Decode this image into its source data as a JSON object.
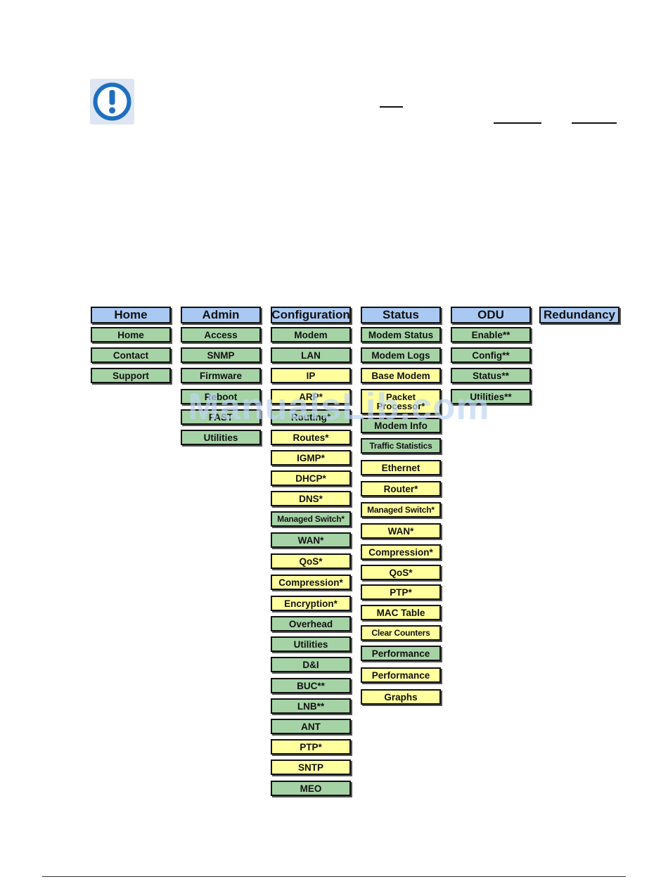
{
  "notice": {
    "icon": "exclamation-circle-icon"
  },
  "watermark": "ManualsLib.com",
  "menu_tree": {
    "columns": [
      {
        "id": "home",
        "label": "Home",
        "items": [
          {
            "label": "Home",
            "color": "green"
          },
          {
            "label": "Contact",
            "color": "green"
          },
          {
            "label": "Support",
            "color": "green"
          }
        ]
      },
      {
        "id": "admin",
        "label": "Admin",
        "items": [
          {
            "label": "Access",
            "color": "green"
          },
          {
            "label": "SNMP",
            "color": "green"
          },
          {
            "label": "Firmware",
            "color": "green"
          },
          {
            "label": "Reboot",
            "color": "green"
          },
          {
            "label": "FAST",
            "color": "green"
          },
          {
            "label": "Utilities",
            "color": "green"
          }
        ]
      },
      {
        "id": "configuration",
        "label": "Configuration",
        "items": [
          {
            "label": "Modem",
            "color": "green"
          },
          {
            "label": "LAN",
            "color": "green"
          },
          {
            "label": "IP",
            "color": "yellow"
          },
          {
            "label": "ARP*",
            "color": "yellow"
          },
          {
            "label": "Routing*",
            "color": "green"
          },
          {
            "label": "Routes*",
            "color": "yellow"
          },
          {
            "label": "IGMP*",
            "color": "yellow"
          },
          {
            "label": "DHCP*",
            "color": "yellow"
          },
          {
            "label": "DNS*",
            "color": "yellow"
          },
          {
            "label": "Managed Switch*",
            "color": "green"
          },
          {
            "label": "WAN*",
            "color": "green"
          },
          {
            "label": "QoS*",
            "color": "yellow"
          },
          {
            "label": "Compression*",
            "color": "yellow"
          },
          {
            "label": "Encryption*",
            "color": "yellow"
          },
          {
            "label": "Overhead",
            "color": "green"
          },
          {
            "label": "Utilities",
            "color": "green"
          },
          {
            "label": "D&I",
            "color": "green"
          },
          {
            "label": "BUC**",
            "color": "green"
          },
          {
            "label": "LNB**",
            "color": "green"
          },
          {
            "label": "ANT",
            "color": "green"
          },
          {
            "label": "PTP*",
            "color": "yellow"
          },
          {
            "label": "SNTP",
            "color": "yellow"
          },
          {
            "label": "MEO",
            "color": "green"
          }
        ]
      },
      {
        "id": "status",
        "label": "Status",
        "items": [
          {
            "label": "Modem Status",
            "color": "green"
          },
          {
            "label": "Modem Logs",
            "color": "green"
          },
          {
            "label": "Base Modem",
            "color": "yellow"
          },
          {
            "label": "Packet",
            "label2": "Processor*",
            "color": "yellow"
          },
          {
            "label": "Modem Info",
            "color": "green"
          },
          {
            "label": "Traffic Statistics",
            "color": "green"
          },
          {
            "label": "Ethernet",
            "color": "yellow"
          },
          {
            "label": "Router*",
            "color": "yellow"
          },
          {
            "label": "Managed Switch*",
            "color": "yellow"
          },
          {
            "label": "WAN*",
            "color": "yellow"
          },
          {
            "label": "Compression*",
            "color": "yellow"
          },
          {
            "label": "QoS*",
            "color": "yellow"
          },
          {
            "label": "PTP*",
            "color": "yellow"
          },
          {
            "label": "MAC Table",
            "color": "yellow"
          },
          {
            "label": "Clear Counters",
            "color": "yellow"
          },
          {
            "label": "Performance",
            "color": "green"
          },
          {
            "label": "Performance",
            "color": "yellow"
          },
          {
            "label": "Graphs",
            "color": "yellow"
          }
        ]
      },
      {
        "id": "odu",
        "label": "ODU",
        "items": [
          {
            "label": "Enable**",
            "color": "green"
          },
          {
            "label": "Config**",
            "color": "green"
          },
          {
            "label": "Status**",
            "color": "green"
          },
          {
            "label": "Utilities**",
            "color": "green"
          }
        ]
      },
      {
        "id": "redundancy",
        "label": "Redundancy",
        "items": []
      }
    ]
  }
}
